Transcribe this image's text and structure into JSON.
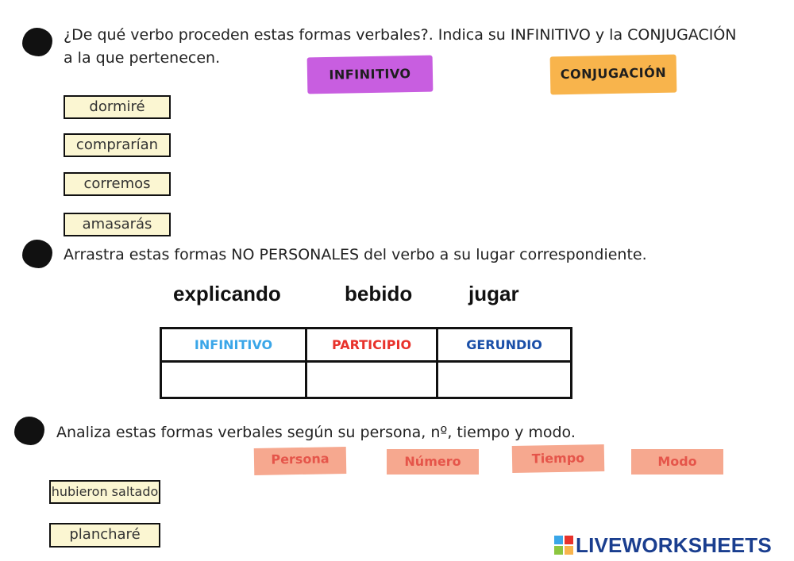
{
  "section1": {
    "question_line1": "¿De qué verbo proceden estas formas verbales?. Indica su INFINITIVO y la CONJUGACIÓN",
    "question_line2": "a la que pertenecen.",
    "label_infinitivo": "INFINITIVO",
    "label_conjugacion": "CONJUGACIÓN",
    "words": [
      "dormiré",
      "comprarían",
      "corremos",
      "amasarás"
    ]
  },
  "section2": {
    "question": "Arrastra estas formas NO PERSONALES del verbo a su lugar correspondiente.",
    "words": [
      "explicando",
      "bebido",
      "jugar"
    ],
    "table_headers": [
      "INFINITIVO",
      "PARTICIPIO",
      "GERUNDIO"
    ],
    "colors": {
      "infinitivo": "#3aa6e8",
      "participio": "#e8322b",
      "gerundio": "#1a4fa8"
    }
  },
  "section3": {
    "question": "Analiza estas formas verbales según su persona, nº, tiempo y modo.",
    "labels": [
      "Persona",
      "Número",
      "Tiempo",
      "Modo"
    ],
    "words": [
      "hubieron saltado",
      "plancharé"
    ]
  },
  "brand": {
    "name": "LIVEWORKSHEETS"
  },
  "accent_colors": {
    "purple": "#c85ee0",
    "orange": "#f8b44c",
    "salmon": "#f6a88f"
  }
}
